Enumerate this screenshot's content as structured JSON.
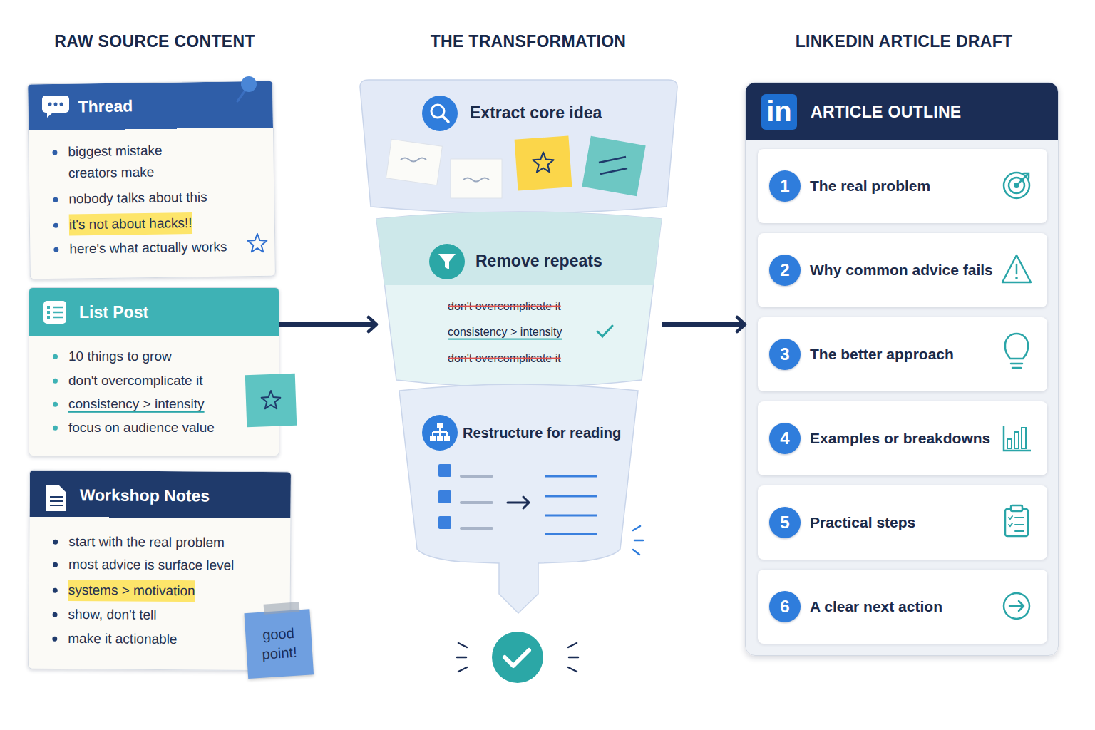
{
  "diagram": {
    "nodes": [
      {
        "text": [
          "Thread",
          "biggest mistake creators make",
          "nobody talks about this",
          "it's not about hacks!!",
          "here's what actually works"
        ]
      },
      {
        "text": [
          "List Post",
          "10 things to grow",
          "don't overcomplicate it",
          "consistency > intensity",
          "focus on audience value"
        ]
      },
      {
        "text": [
          "Workshop Notes",
          "start with the real problem",
          "most advice is surface level",
          "systems > motivation",
          "show, don't tell",
          "make it actionable"
        ]
      },
      {
        "text": [
          "good point!"
        ],
        "in": 2
      },
      {
        "text": [
          "Extract core idea"
        ]
      },
      {
        "text": [
          "Remove repeats",
          "don't overcomplicate it",
          "consistency > intensity",
          "don't overcomplicate it"
        ]
      },
      {
        "text": [
          "Restructure for reading"
        ]
      },
      {
        "text": [
          "ARTICLE OUTLINE"
        ]
      },
      {
        "text": [
          "1",
          "The real problem"
        ],
        "in": 7
      },
      {
        "text": [
          "2",
          "Why common advice fails"
        ],
        "in": 7
      },
      {
        "text": [
          "3",
          "The better approach"
        ],
        "in": 7
      },
      {
        "text": [
          "4",
          "Examples or breakdowns"
        ],
        "in": 7
      },
      {
        "text": [
          "5",
          "Practical steps"
        ],
        "in": 7
      },
      {
        "text": [
          "6",
          "A clear next action"
        ],
        "in": 7
      }
    ],
    "edges": [
      {
        "from": 1,
        "to": 5,
        "arrow": "to"
      },
      {
        "from": 5,
        "to": 7,
        "arrow": "to"
      }
    ],
    "labels": [
      "RAW SOURCE CONTENT",
      "THE TRANSFORMATION",
      "LINKEDIN ARTICLE DRAFT",
      "in"
    ]
  }
}
